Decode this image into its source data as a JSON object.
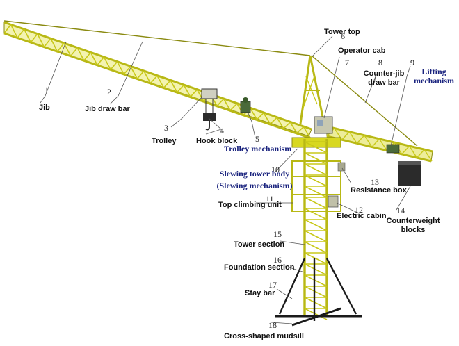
{
  "diagram": {
    "colors": {
      "steel": "#d8d820",
      "steel_dark": "#8a8a10",
      "leader": "#555555",
      "counterweight": "#2b2b2b",
      "stay_bar": "#1a1a1a",
      "blue_label": "#1a237e"
    },
    "parts": [
      {
        "number": "1",
        "label": "Jib"
      },
      {
        "number": "2",
        "label": "Jib draw bar"
      },
      {
        "number": "3",
        "label": "Trolley"
      },
      {
        "number": "4",
        "label": "Hook block"
      },
      {
        "number": "5",
        "label": "Trolley mechanism"
      },
      {
        "number": "6",
        "label": "Tower top"
      },
      {
        "number": "7",
        "label": "Operator cab"
      },
      {
        "number": "8",
        "label": "Counter-jib draw bar"
      },
      {
        "number": "9",
        "label": "Lifting mechanism"
      },
      {
        "number": "10",
        "label": "Slewing tower body (Slewing mechanism)"
      },
      {
        "number": "11",
        "label": "Top climbing unit"
      },
      {
        "number": "12",
        "label": "Electric cabin"
      },
      {
        "number": "13",
        "label": "Resistance box"
      },
      {
        "number": "14",
        "label": "Counterweight blocks"
      },
      {
        "number": "15",
        "label": "Tower section"
      },
      {
        "number": "16",
        "label": "Foundation section"
      },
      {
        "number": "17",
        "label": "Stay bar"
      },
      {
        "number": "18",
        "label": "Cross-shaped mudsill"
      }
    ]
  }
}
